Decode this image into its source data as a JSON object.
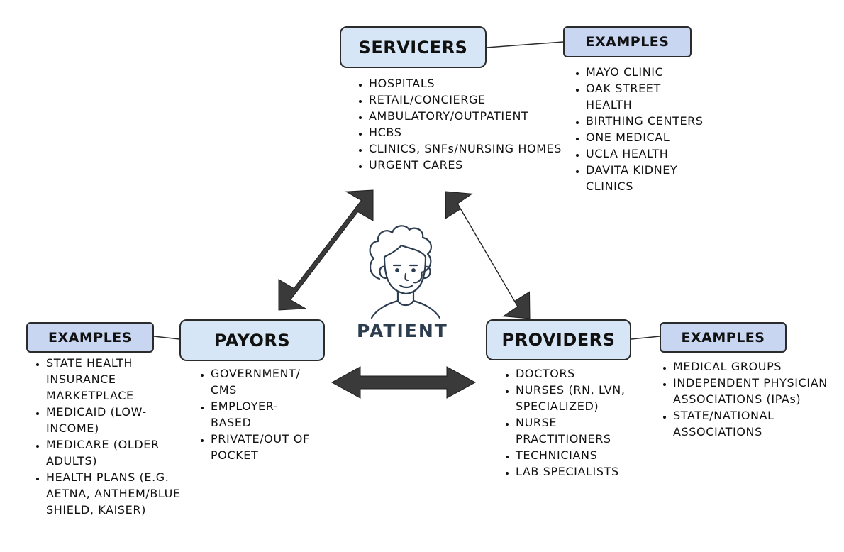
{
  "servicers": {
    "title": "SERVICERS",
    "items": [
      "HOSPITALS",
      "RETAIL/CONCIERGE",
      "AMBULATORY/OUTPATIENT",
      "HCBS",
      "CLINICS, SNFs/NURSING HOMES",
      "URGENT CARES"
    ],
    "examples_title": "EXAMPLES",
    "examples": [
      "MAYO CLINIC",
      "OAK STREET HEALTH",
      "BIRTHING CENTERS",
      "ONE MEDICAL",
      "UCLA HEALTH",
      "DAVITA KIDNEY CLINICS"
    ]
  },
  "payors": {
    "title": "PAYORS",
    "items": [
      "GOVERNMENT/ CMS",
      "EMPLOYER-BASED",
      "PRIVATE/OUT OF POCKET"
    ],
    "examples_title": "EXAMPLES",
    "examples": [
      "STATE HEALTH INSURANCE MARKETPLACE",
      "MEDICAID (LOW-INCOME)",
      "MEDICARE (OLDER ADULTS)",
      "HEALTH PLANS (E.G. AETNA, ANTHEM/BLUE SHIELD, KAISER)"
    ]
  },
  "providers": {
    "title": "PROVIDERS",
    "items": [
      "DOCTORS",
      "NURSES (RN, LVN, SPECIALIZED)",
      "NURSE PRACTITIONERS",
      "TECHNICIANS",
      "LAB SPECIALISTS"
    ],
    "examples_title": "EXAMPLES",
    "examples": [
      "MEDICAL GROUPS",
      "INDEPENDENT PHYSICIAN ASSOCIATIONS (IPAs)",
      "STATE/NATIONAL ASSOCIATIONS"
    ]
  },
  "patient": {
    "label": "PATIENT",
    "icon": "patient-avatar-icon"
  },
  "colors": {
    "main_box_fill": "#d6e6f6",
    "examples_box_fill": "#c8d6f1",
    "arrow_fill": "#3a3a3a",
    "patient_stroke": "#2d3d50"
  }
}
